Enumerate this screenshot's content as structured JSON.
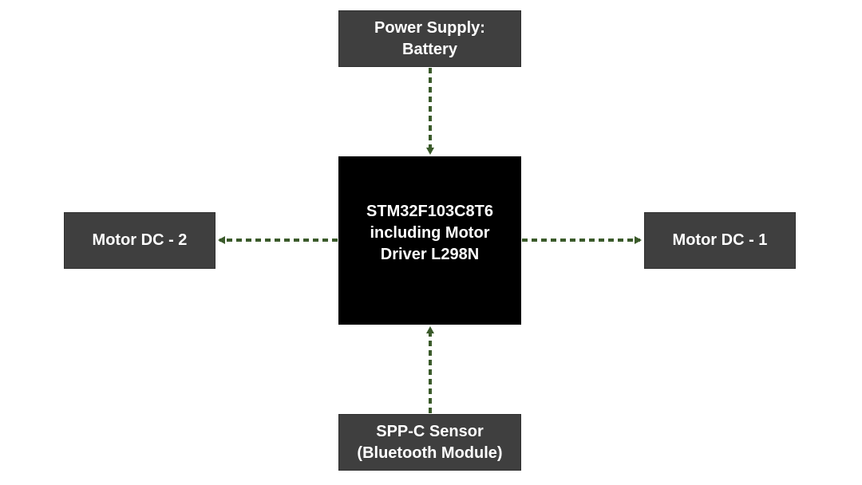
{
  "diagram": {
    "blocks": {
      "power_supply": "Power Supply:\nBattery",
      "controller": "STM32F103C8T6\nincluding Motor\nDriver L298N",
      "motor_dc_2": "Motor DC - 2",
      "motor_dc_1": "Motor DC - 1",
      "sensor": "SPP-C Sensor\n(Bluetooth Module)"
    },
    "colors": {
      "block_fill": "#3f3f3f",
      "controller_fill": "#000000",
      "block_text": "#ffffff",
      "arrow": "#3a5a2a"
    },
    "connections": [
      {
        "from": "power_supply",
        "to": "controller",
        "style": "dashed-arrow"
      },
      {
        "from": "sensor",
        "to": "controller",
        "style": "dashed-arrow"
      },
      {
        "from": "controller",
        "to": "motor_dc_2",
        "style": "dashed-arrow"
      },
      {
        "from": "controller",
        "to": "motor_dc_1",
        "style": "dashed-arrow"
      }
    ]
  }
}
